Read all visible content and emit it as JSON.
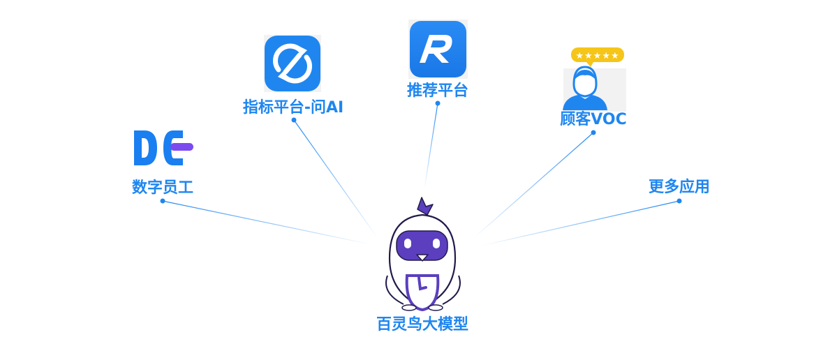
{
  "hub": {
    "label": "百灵鸟大模型",
    "icon": "mascot-bird-icon"
  },
  "nodes": [
    {
      "id": "digital-employee",
      "label": "数字员工",
      "icon": "de-logo-icon"
    },
    {
      "id": "metrics-platform",
      "label": "指标平台-问AI",
      "icon": "sync-arrows-icon"
    },
    {
      "id": "recommend-platform",
      "label": "推荐平台",
      "icon": "r-logo-icon"
    },
    {
      "id": "customer-voc",
      "label": "顾客VOC",
      "icon": "customer-rating-icon"
    },
    {
      "id": "more-apps",
      "label": "更多应用",
      "icon": ""
    }
  ],
  "colors": {
    "accent": "#1f86f0",
    "line": "#3b8ff0",
    "mascot_purple": "#5b3fbf",
    "star_yellow": "#f5c518"
  }
}
